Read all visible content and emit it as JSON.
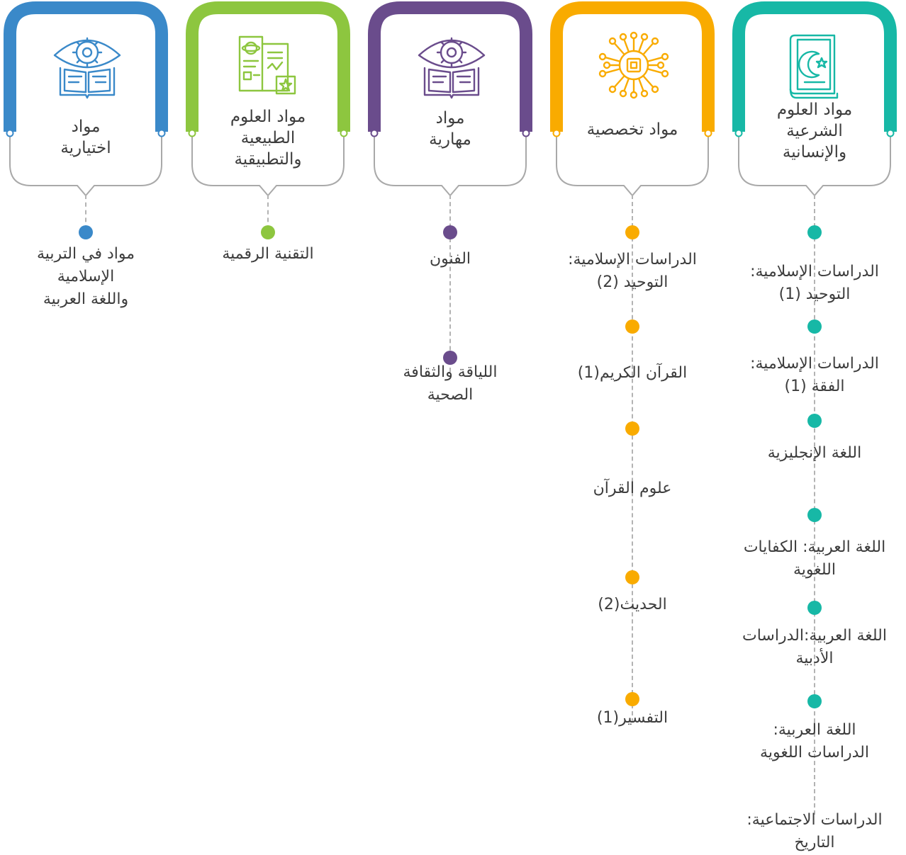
{
  "columns": [
    {
      "key": "sharia",
      "color": "#17b8a6",
      "icon": "quran-book-icon",
      "title_lines": [
        "مواد العلوم",
        "الشرعية",
        "والإنسانية"
      ],
      "items": [
        {
          "lines": [
            "الدراسات الإسلامية:",
            "التوحيد (1)"
          ]
        },
        {
          "lines": [
            "الدراسات الإسلامية:",
            "الفقة (1)"
          ]
        },
        {
          "lines": [
            "اللغة الإنجليزية"
          ]
        },
        {
          "lines": [
            "اللغة العربية: الكفايات",
            "اللغوية"
          ]
        },
        {
          "lines": [
            "اللغة العربية:الدراسات",
            "الأدبية"
          ]
        },
        {
          "lines": [
            "اللغة العربية:",
            "الدراسات اللغوية"
          ]
        },
        {
          "lines": [
            "الدراسات الاجتماعية:",
            "التاريخ"
          ]
        }
      ]
    },
    {
      "key": "specialized",
      "color": "#f9ab00",
      "icon": "chip-circuit-icon",
      "title_lines": [
        "مواد تخصصية"
      ],
      "items": [
        {
          "lines": [
            "الدراسات الإسلامية:",
            "التوحيد (2)"
          ]
        },
        {
          "lines": [
            "القرآن الكريم(1)"
          ]
        },
        {
          "lines": [
            "علوم القرآن"
          ]
        },
        {
          "lines": [
            "الحديث(2)"
          ]
        },
        {
          "lines": [
            "التفسير(1)"
          ]
        }
      ]
    },
    {
      "key": "skills",
      "color": "#6a4c8c",
      "icon": "eye-gear-book-icon",
      "title_lines": [
        "مواد",
        "مهارية"
      ],
      "items": [
        {
          "lines": [
            "الفنون"
          ]
        },
        {
          "lines": [
            "اللياقة والثقافة",
            "الصحية"
          ]
        }
      ]
    },
    {
      "key": "sciences",
      "color": "#8dc63f",
      "icon": "science-books-icon",
      "title_lines": [
        "مواد العلوم",
        "الطبيعية",
        "والتطبيقية"
      ],
      "items": [
        {
          "lines": [
            "التقنية الرقمية"
          ]
        }
      ]
    },
    {
      "key": "electives",
      "color": "#3a89c9",
      "icon": "eye-gear-book-icon",
      "title_lines": [
        "مواد",
        "اختيارية"
      ],
      "items": [
        {
          "lines": [
            "مواد في التربية",
            "الإسلامية",
            "واللغة العربية"
          ]
        }
      ]
    }
  ]
}
